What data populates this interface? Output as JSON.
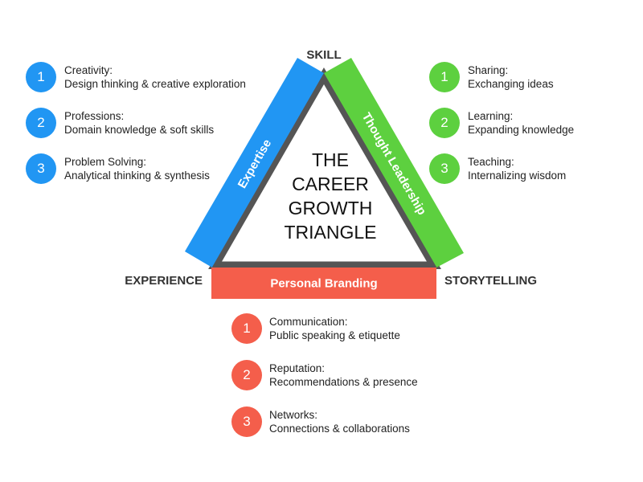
{
  "title_lines": [
    "THE",
    "CAREER",
    "GROWTH",
    "TRIANGLE"
  ],
  "vertices": {
    "top": "SKILL",
    "bottom_left": "EXPERIENCE",
    "bottom_right": "STORYTELLING"
  },
  "colors": {
    "expertise": "#2196F3",
    "thought_leadership": "#5DD03F",
    "personal_branding": "#F45E4B",
    "inner_outline": "#555555",
    "text": "#222222"
  },
  "sides": {
    "left": {
      "label": "Expertise",
      "icon": "numbered-circle"
    },
    "right": {
      "label": "Thought Leadership",
      "icon": "numbered-circle"
    },
    "bottom": {
      "label": "Personal Branding",
      "icon": "numbered-circle"
    }
  },
  "lists": {
    "expertise": [
      {
        "number": "1",
        "heading": "Creativity:",
        "description": "Design thinking & creative exploration"
      },
      {
        "number": "2",
        "heading": "Professions:",
        "description": "Domain knowledge & soft skills"
      },
      {
        "number": "3",
        "heading": "Problem Solving:",
        "description": "Analytical thinking & synthesis"
      }
    ],
    "thought_leadership": [
      {
        "number": "1",
        "heading": "Sharing:",
        "description": "Exchanging ideas"
      },
      {
        "number": "2",
        "heading": "Learning:",
        "description": "Expanding knowledge"
      },
      {
        "number": "3",
        "heading": "Teaching:",
        "description": "Internalizing wisdom"
      }
    ],
    "personal_branding": [
      {
        "number": "1",
        "heading": "Communication:",
        "description": "Public speaking & etiquette"
      },
      {
        "number": "2",
        "heading": "Reputation:",
        "description": "Recommendations & presence"
      },
      {
        "number": "3",
        "heading": "Networks:",
        "description": "Connections & collaborations"
      }
    ]
  }
}
